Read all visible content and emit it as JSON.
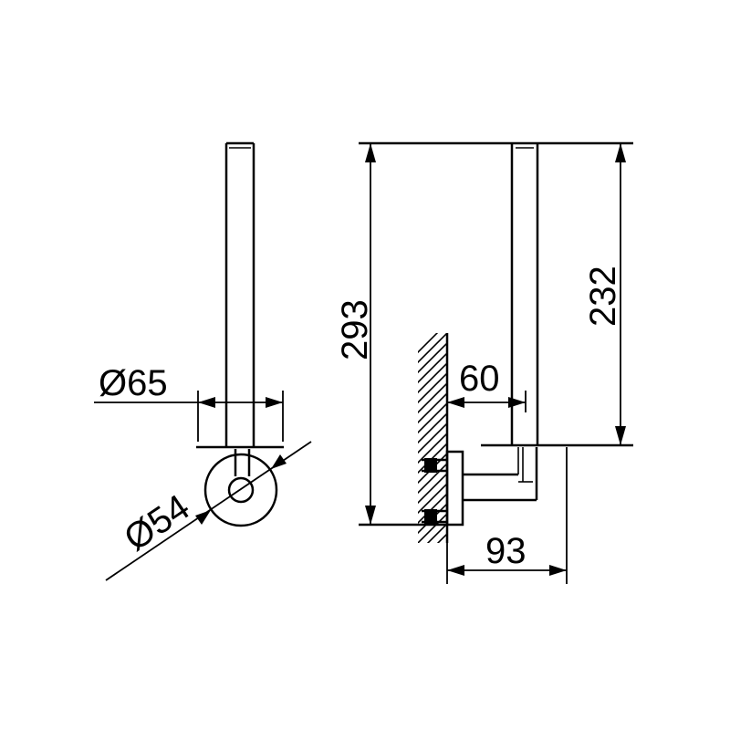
{
  "colors": {
    "ink": "#000000",
    "paper": "#ffffff"
  },
  "dimensions": {
    "diameter_flange": "Ø65",
    "diameter_base": "Ø54",
    "total_height": "293",
    "rod_height": "232",
    "rod_offset": "60",
    "projection": "93"
  }
}
